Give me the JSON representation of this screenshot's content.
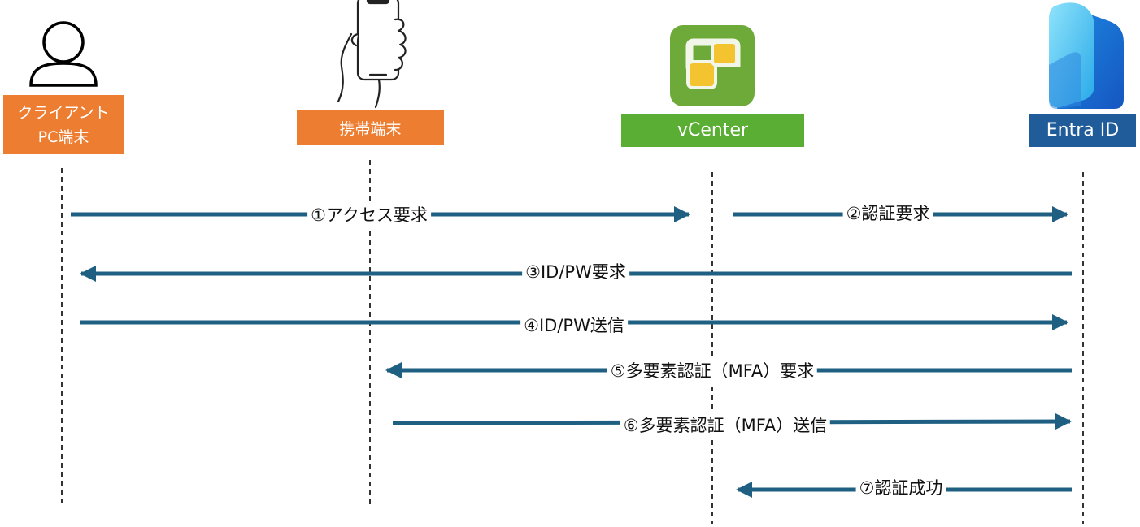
{
  "participants": {
    "client": {
      "line1": "クライアント",
      "line2": "PC端末",
      "color": "#ED7D31",
      "icon": "person-icon"
    },
    "phone": {
      "label": "携帯端末",
      "color": "#ED7D31",
      "icon": "smartphone-hand-icon"
    },
    "vcenter": {
      "label": "vCenter",
      "color": "#5AAE34",
      "icon": "vcenter-logo-icon"
    },
    "entra": {
      "label": "Entra ID",
      "color": "#1F5C99",
      "icon": "entra-id-logo-icon"
    }
  },
  "messages": [
    {
      "text": "①アクセス要求",
      "from": "client",
      "to": "vcenter"
    },
    {
      "text": "②認証要求",
      "from": "vcenter",
      "to": "entra"
    },
    {
      "text": "③ID/PW要求",
      "from": "entra",
      "to": "client"
    },
    {
      "text": "④ID/PW送信",
      "from": "client",
      "to": "entra"
    },
    {
      "text": "⑤多要素認証（MFA）要求",
      "from": "entra",
      "to": "phone"
    },
    {
      "text": "⑥多要素認証（MFA）送信",
      "from": "phone",
      "to": "entra"
    },
    {
      "text": "⑦認証成功",
      "from": "entra",
      "to": "vcenter"
    }
  ],
  "colors": {
    "arrow": "#1E5F82",
    "lifeline": "#000000"
  }
}
